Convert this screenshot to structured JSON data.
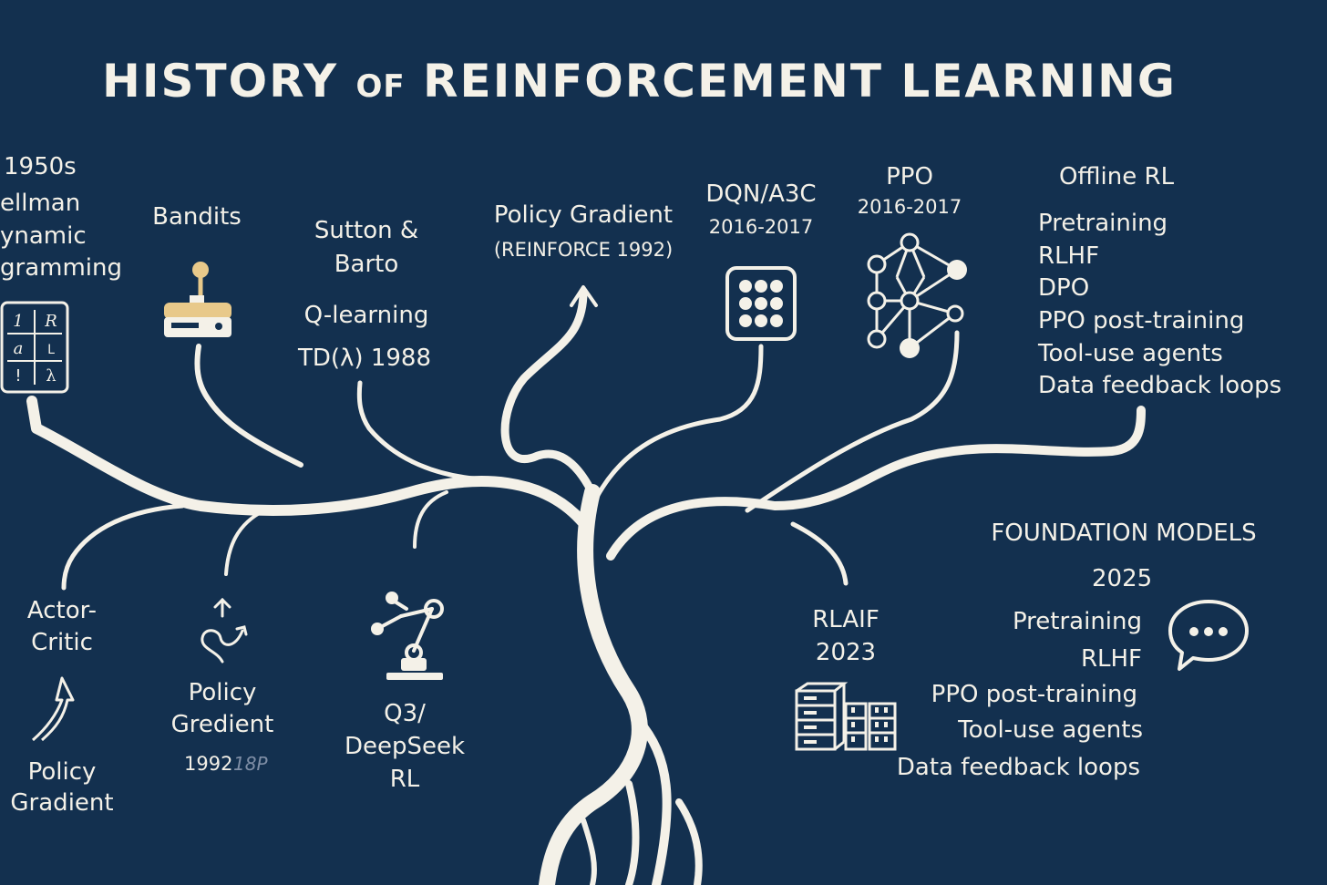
{
  "title": {
    "main_a": "HISTORY",
    "main_of": "OF",
    "main_b": "REINFORCEMENT LEARNING"
  },
  "branches": {
    "bellman": {
      "year": "1950s",
      "line1": "ellman",
      "line2": "ynamic",
      "line3": "gramming",
      "grid": [
        "1",
        "R",
        "a",
        "L",
        "!",
        "λ"
      ]
    },
    "bandits": {
      "label": "Bandits"
    },
    "sutton": {
      "line1": "Sutton &",
      "line2": "Barto",
      "line3": "Q-learning",
      "line4": "TD(λ) 1988"
    },
    "policy_gradient_top": {
      "label": "Policy Gradient",
      "sub": "(REINFORCE 1992)"
    },
    "dqn": {
      "label": "DQN/A3C",
      "years": "2016-2017"
    },
    "ppo": {
      "label": "PPO",
      "years": "2016-2017"
    },
    "offline": {
      "label": "Offline RL",
      "items": [
        "Pretraining",
        "RLHF",
        "DPO",
        "PPO post-training",
        "Tool-use agents",
        "Data feedback loops"
      ]
    },
    "actor_critic": {
      "line1": "Actor-",
      "line2": "Critic",
      "line3": "Policy",
      "line4": "Gradient"
    },
    "policy_gredient": {
      "line1": "Policy",
      "line2": "Gredient",
      "year": "1992",
      "faint": "18P"
    },
    "deepseek": {
      "line1": "Q3/",
      "line2": "DeepSeek",
      "line3": "RL"
    },
    "rlaif": {
      "label": "RLAIF",
      "year": "2023"
    },
    "foundation": {
      "label": "FOUNDATION MODELS",
      "year": "2025",
      "items": [
        "Pretraining",
        "RLHF",
        "PPO post-training",
        "Tool-use agents",
        "Data feedback loops"
      ]
    }
  },
  "colors": {
    "background": "#13304f",
    "ink": "#f4f1e8",
    "accent": "#e8c98a",
    "faint": "#7f8ea6"
  }
}
